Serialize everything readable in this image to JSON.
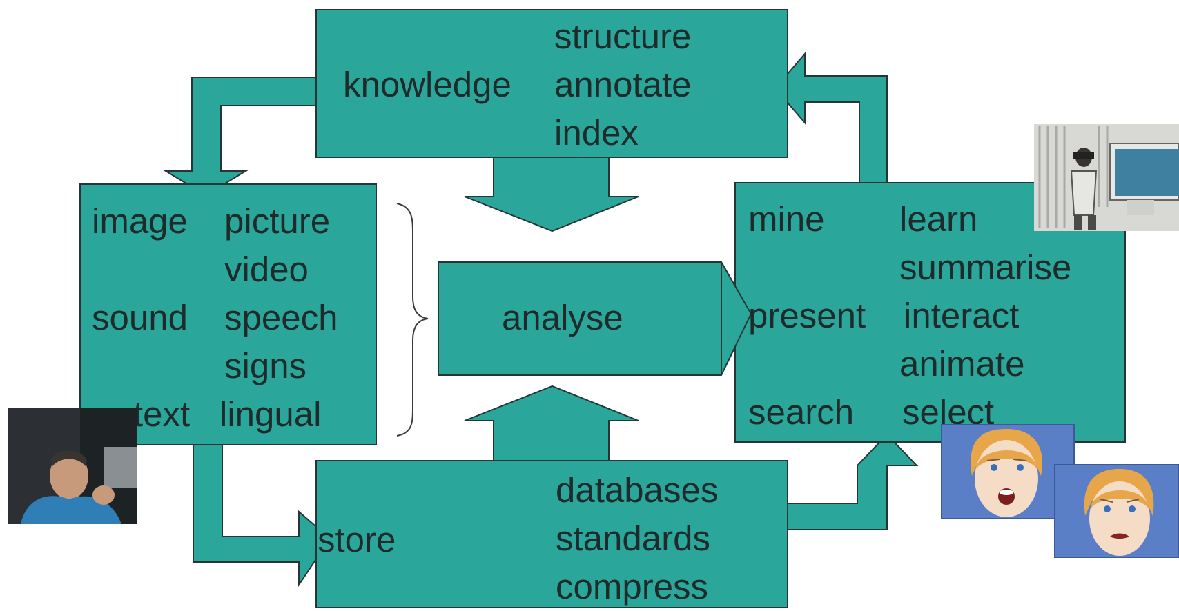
{
  "colors": {
    "box_fill": "#2aa69b",
    "outline": "#263636",
    "text": "#1f2a2a",
    "face_background": "#5b7fc6",
    "face_skin": "#f4dcc6",
    "face_hair": "#e8a64a"
  },
  "knowledge_box": {
    "left_label": "knowledge",
    "actions": [
      "structure",
      "annotate",
      "index"
    ]
  },
  "media_box": {
    "rows": [
      {
        "category": "image",
        "item": "picture"
      },
      {
        "category": "",
        "item": "video"
      },
      {
        "category": "sound",
        "item": "speech"
      },
      {
        "category": "",
        "item": "signs"
      },
      {
        "category": "text",
        "item": "lingual"
      }
    ]
  },
  "center_arrow": {
    "label": "analyse"
  },
  "applications_box": {
    "rows": [
      {
        "left": "mine",
        "right": "learn"
      },
      {
        "left": "",
        "right": "summarise"
      },
      {
        "left": "present",
        "right": "interact"
      },
      {
        "left": "",
        "right": "animate"
      },
      {
        "left": "search",
        "right": "select"
      }
    ]
  },
  "storage_box": {
    "left_label": "store",
    "actions": [
      "databases",
      "standards",
      "compress"
    ]
  },
  "photos": {
    "person_photo": "man-thinking-photo",
    "vr_photo": "vr-headset-user-photo",
    "face_surprised": "animated-face-surprised",
    "face_worried": "animated-face-worried"
  }
}
